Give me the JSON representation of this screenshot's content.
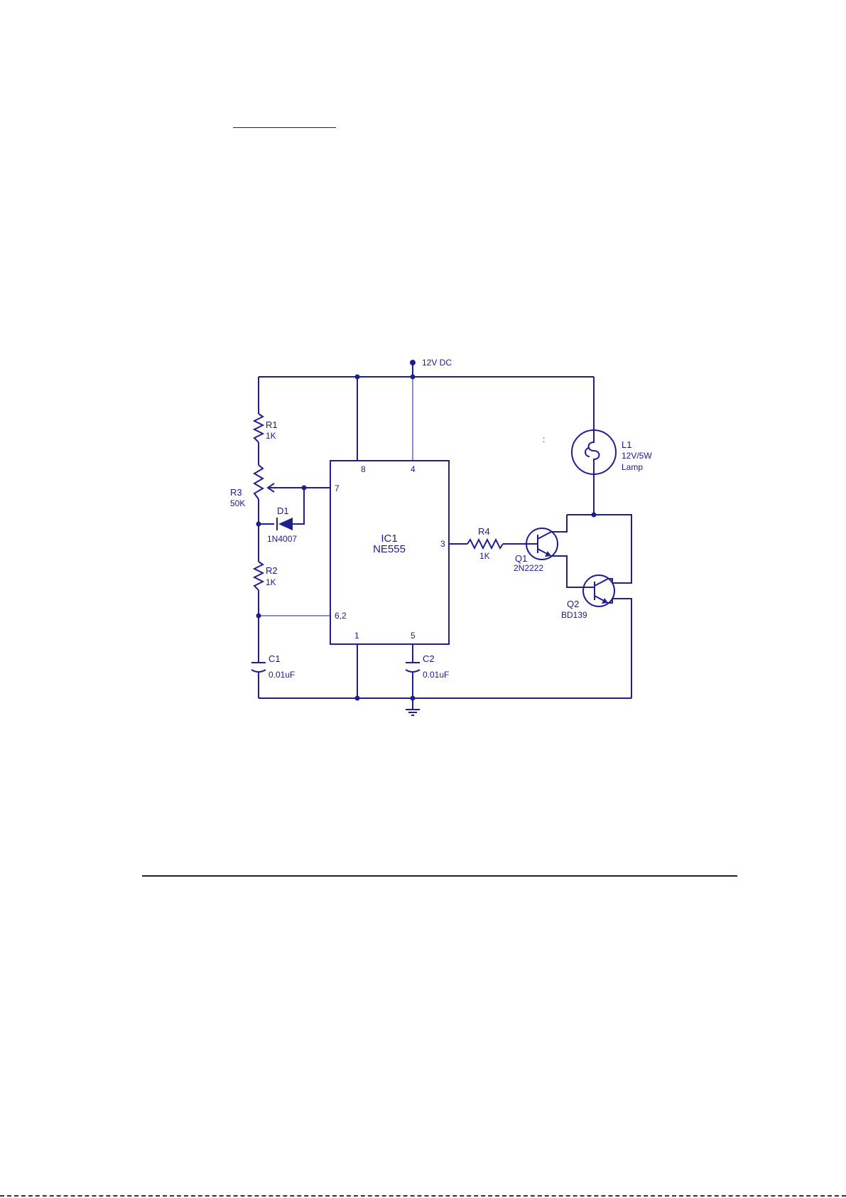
{
  "diagram": {
    "supply": "12V DC",
    "ic": {
      "ref": "IC1",
      "part": "NE555",
      "pins": {
        "p8": "8",
        "p4": "4",
        "p7": "7",
        "p3": "3",
        "p62": "6,2",
        "p1": "1",
        "p5": "5"
      }
    },
    "components": {
      "r1": {
        "ref": "R1",
        "value": "1K"
      },
      "r2": {
        "ref": "R2",
        "value": "1K"
      },
      "r3": {
        "ref": "R3",
        "value": "50K"
      },
      "r4": {
        "ref": "R4",
        "value": "1K"
      },
      "d1": {
        "ref": "D1",
        "value": "1N4007"
      },
      "c1": {
        "ref": "C1",
        "value": "0.01uF"
      },
      "c2": {
        "ref": "C2",
        "value": "0.01uF"
      },
      "q1": {
        "ref": "Q1",
        "value": "2N2222"
      },
      "q2": {
        "ref": "Q2",
        "value": "BD139"
      },
      "l1": {
        "ref": "L1",
        "value": "12V/5W",
        "desc": "Lamp"
      }
    },
    "stray_mark": ":"
  },
  "colors": {
    "ink": "#1f1f8f",
    "ink_light": "#8d8ec4",
    "text": "#1a1a8c"
  }
}
